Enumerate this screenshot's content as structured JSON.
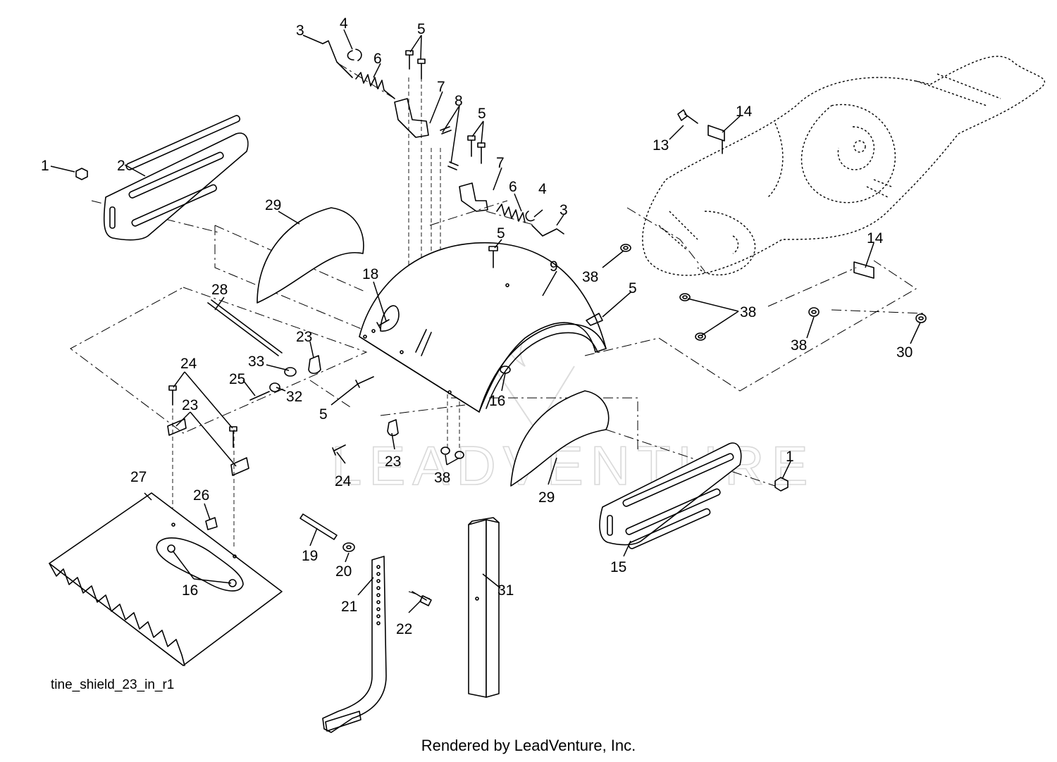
{
  "figure_id": "tine_shield_23_in_r1",
  "credit": "Rendered by LeadVenture, Inc.",
  "watermark": "LEADVENTURE",
  "callouts": [
    {
      "id": "c1a",
      "label": "1"
    },
    {
      "id": "c1b",
      "label": "1"
    },
    {
      "id": "c2",
      "label": "2"
    },
    {
      "id": "c3a",
      "label": "3"
    },
    {
      "id": "c3b",
      "label": "3"
    },
    {
      "id": "c4a",
      "label": "4"
    },
    {
      "id": "c4b",
      "label": "4"
    },
    {
      "id": "c5a",
      "label": "5"
    },
    {
      "id": "c5b",
      "label": "5"
    },
    {
      "id": "c5c",
      "label": "5"
    },
    {
      "id": "c5d",
      "label": "5"
    },
    {
      "id": "c5e",
      "label": "5"
    },
    {
      "id": "c6a",
      "label": "6"
    },
    {
      "id": "c6b",
      "label": "6"
    },
    {
      "id": "c7a",
      "label": "7"
    },
    {
      "id": "c7b",
      "label": "7"
    },
    {
      "id": "c8",
      "label": "8"
    },
    {
      "id": "c9",
      "label": "9"
    },
    {
      "id": "c13",
      "label": "13"
    },
    {
      "id": "c14a",
      "label": "14"
    },
    {
      "id": "c14b",
      "label": "14"
    },
    {
      "id": "c15",
      "label": "15"
    },
    {
      "id": "c16a",
      "label": "16"
    },
    {
      "id": "c16b",
      "label": "16"
    },
    {
      "id": "c18",
      "label": "18"
    },
    {
      "id": "c19",
      "label": "19"
    },
    {
      "id": "c20",
      "label": "20"
    },
    {
      "id": "c21",
      "label": "21"
    },
    {
      "id": "c22",
      "label": "22"
    },
    {
      "id": "c23a",
      "label": "23"
    },
    {
      "id": "c23b",
      "label": "23"
    },
    {
      "id": "c23c",
      "label": "23"
    },
    {
      "id": "c24a",
      "label": "24"
    },
    {
      "id": "c24b",
      "label": "24"
    },
    {
      "id": "c25",
      "label": "25"
    },
    {
      "id": "c26",
      "label": "26"
    },
    {
      "id": "c27",
      "label": "27"
    },
    {
      "id": "c28",
      "label": "28"
    },
    {
      "id": "c29a",
      "label": "29"
    },
    {
      "id": "c29b",
      "label": "29"
    },
    {
      "id": "c30",
      "label": "30"
    },
    {
      "id": "c31",
      "label": "31"
    },
    {
      "id": "c32",
      "label": "32"
    },
    {
      "id": "c33",
      "label": "33"
    },
    {
      "id": "c38a",
      "label": "38"
    },
    {
      "id": "c38b",
      "label": "38"
    },
    {
      "id": "c38c",
      "label": "38"
    },
    {
      "id": "c38d",
      "label": "38"
    }
  ]
}
